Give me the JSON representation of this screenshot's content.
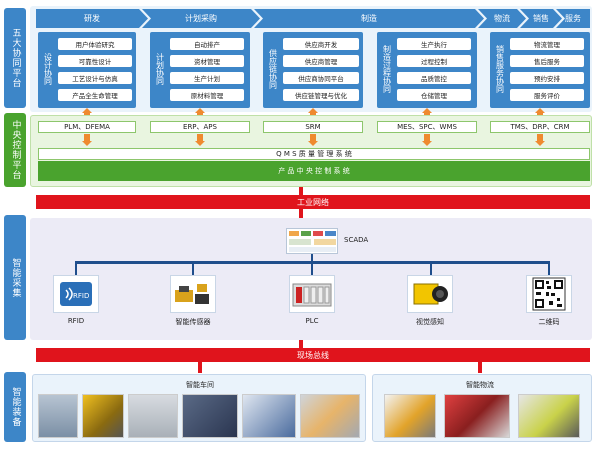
{
  "side_labels": {
    "five_platform": "五大协同平台",
    "central": "中央控制平台",
    "smart_collect": "智能采集",
    "smart_equip": "智能装备"
  },
  "phases": [
    "研发",
    "计划采购",
    "制造",
    "物流",
    "销售",
    "服务"
  ],
  "columns": [
    {
      "title": "设计协同",
      "items": [
        "用户体验研究",
        "可靠性设计",
        "工艺设计与仿真",
        "产品全生命管理"
      ],
      "system": "PLM、DFEMA"
    },
    {
      "title": "计划协同",
      "items": [
        "自动排产",
        "资材管理",
        "生产计划",
        "原材料管理"
      ],
      "system": "ERP、APS"
    },
    {
      "title": "供应链协同",
      "items": [
        "供应商开发",
        "供应商管理",
        "供应商协同平台",
        "供应链管理与优化"
      ],
      "system": "SRM"
    },
    {
      "title": "制造过程协同",
      "items": [
        "生产执行",
        "过程控制",
        "品质管控",
        "仓储管理"
      ],
      "system": "MES、SPC、WMS"
    },
    {
      "title": "销售服务协同",
      "items": [
        "物流管理",
        "售后服务",
        "预约安排",
        "服务评价"
      ],
      "system": "TMS、DRP、CRM"
    }
  ],
  "qms_label": "Q M S 质 量 管 理 系 统",
  "central_label": "产 品 中 央 控 制 系 统",
  "industrial_network": "工业网络",
  "scada_label": "SCADA",
  "devices": [
    "RFID",
    "智能传感器",
    "PLC",
    "视觉感知",
    "二维码"
  ],
  "rfid_text": "RFID",
  "fieldbus": "现场总线",
  "workshop_label": "智能车间",
  "logistics_label": "智能物流",
  "colors": {
    "blue": "#3d86c8",
    "green": "#4aa32e",
    "red": "#e0141c",
    "orange": "#ef8a2f"
  }
}
